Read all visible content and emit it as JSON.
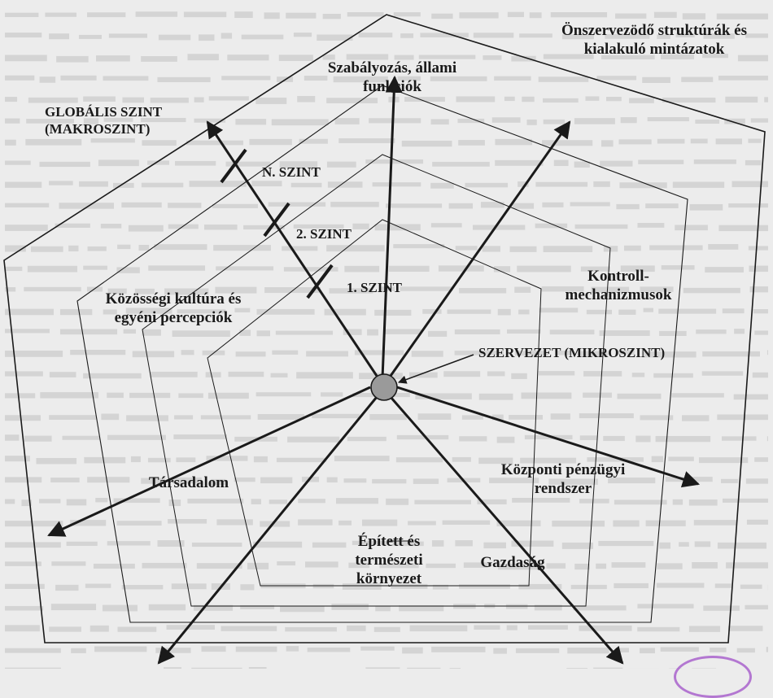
{
  "levels": {
    "global": [
      "GLOBÁLIS SZINT",
      "(MAKROSZINT)"
    ],
    "n": "N. SZINT",
    "second": "2. SZINT",
    "first": "1. SZINT",
    "organization": "SZERVEZET (MIKROSZINT)"
  },
  "factors": {
    "regulation": [
      "Szabályozás, állami",
      "funkciók"
    ],
    "self_organizing": [
      "Önszervezödő struktúrák és",
      "kialakuló mintázatok"
    ],
    "control": [
      "Kontroll-",
      "mechanizmusok"
    ],
    "community": [
      "Közösségi kultúra és",
      "egyéni percepciók"
    ],
    "society": "Társadalom",
    "central_finance": [
      "Központi pénzügyi",
      "rendszer"
    ],
    "environment": [
      "Épített és",
      "természeti",
      "környezet"
    ],
    "economy": "Gazdaság"
  },
  "colors": {
    "ink": "#1a1a1a",
    "paper": "#ececec",
    "center": "#9a9a9a",
    "stamp": "#a050c8"
  }
}
